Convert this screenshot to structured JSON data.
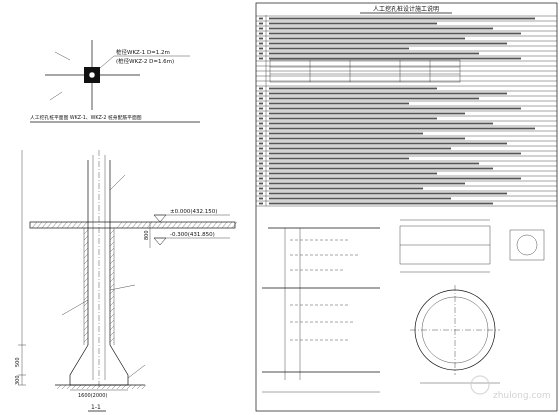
{
  "plan": {
    "pile_wkz1": "桩径WKZ-1 D=1.2m",
    "pile_wkz2": "(桩径WKZ-2 D=1.6m)",
    "caption": "人工挖孔桩平面图 WKZ-1、WKZ-2 桩身配筋平面图"
  },
  "section": {
    "elev_top": "±0.000(432.150)",
    "elev_bottom": "-0.300(431.850)",
    "dim_800": "800",
    "dim_300": "300",
    "dim_500": "500",
    "dim_base": "1600(2000)",
    "label": "1-1"
  },
  "notes": {
    "title": "人工挖孔桩设计施工说明"
  },
  "watermark": {
    "text": "zhulong.com"
  }
}
